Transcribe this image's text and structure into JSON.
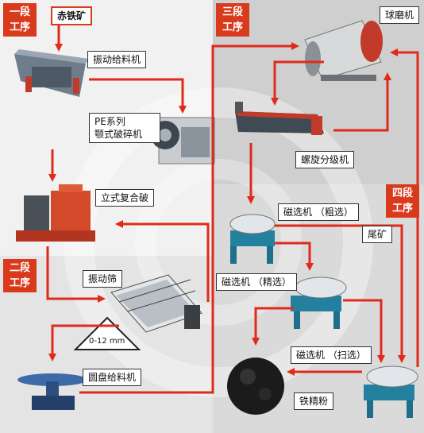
{
  "stages": {
    "stage1": [
      "一段",
      "工序"
    ],
    "stage2": [
      "二段",
      "工序"
    ],
    "stage3": [
      "三段",
      "工序"
    ],
    "stage4": [
      "四段",
      "工序"
    ]
  },
  "labels": {
    "ore": "赤铁矿",
    "vibrating_feeder": "振动给料机",
    "jaw_crusher_line1": "PE系列",
    "jaw_crusher_line2": "颚式破碎机",
    "vertical_crusher": "立式复合破",
    "vibrating_screen": "振动筛",
    "screen_size": "0-12 mm",
    "disc_feeder": "圆盘给料机",
    "ball_mill": "球磨机",
    "spiral_classifier": "螺旋分级机",
    "mag_rough": "磁选机 （粗选）",
    "tailings": "尾矿",
    "mag_fine": "磁选机 （精选）",
    "mag_scavenge": "磁选机 （扫选）",
    "concentrate": "铁精粉"
  },
  "colors": {
    "accent": "#d93a1c",
    "arrow": "#e02a1a",
    "machine_blue": "#1d8fb0",
    "machine_teal": "#2a9a8a"
  }
}
